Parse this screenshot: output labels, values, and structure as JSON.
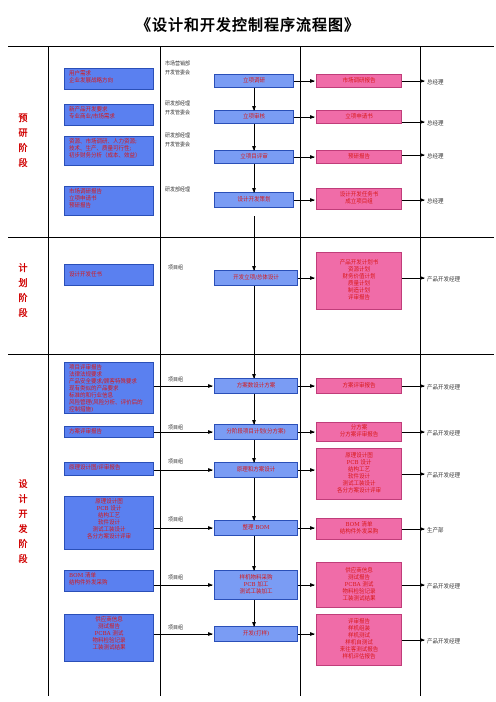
{
  "title": "《设计和开发控制程序流程图》",
  "phases": {
    "p1": [
      "预",
      "研",
      "阶",
      "段"
    ],
    "p2": [
      "计",
      "划",
      "阶",
      "段"
    ],
    "p3": [
      "设",
      "计",
      "开",
      "发",
      "阶",
      "段"
    ]
  },
  "stage1": {
    "inputs": [
      [
        "用户需求",
        "企业发展战略方向"
      ],
      [
        "新产品开发要求",
        "专业商业/市场需求"
      ],
      [
        "资源、市场调研、人力资源;",
        "技术、生产、质量可行性;",
        "初步财务分析（成本、效益）"
      ],
      [
        "市场调研报告",
        "立项申请书",
        "预研报告"
      ]
    ],
    "roles": [
      [
        "市场营销部",
        "开发管委会"
      ],
      [
        "研发部经理",
        "开发管委会"
      ],
      [
        "研发部经理",
        "开发管委会"
      ],
      [
        "研发部经理"
      ]
    ],
    "processes": [
      "立项调研",
      "立项审核",
      "立项目评审",
      "设计开发策划"
    ],
    "outputs": [
      [
        "市场调研报告"
      ],
      [
        "立项申请书"
      ],
      [
        "预研报告"
      ],
      [
        "设计开发任务书",
        "成立项目组"
      ]
    ],
    "dests": [
      "总经理",
      "总经理",
      "总经理",
      "总经理"
    ]
  },
  "stage2": {
    "input": "设计开发任书",
    "role": "项目组",
    "process": "开发立项/总体设计",
    "output": [
      "产品开发计划书",
      "资源计划",
      "财务价值计划",
      "质量计划",
      "制造计划",
      "评审报告"
    ],
    "dest": "产品开发经理"
  },
  "stage3": {
    "inputs": [
      [
        "项目评审报告",
        "法律法规要求",
        "产品安全要求/顾客特殊要求",
        "现有类似的产品要求",
        "标准的和行业信息",
        "风险管理(风险分析、评价后的",
        "控制措施)"
      ],
      [
        "方案评审报告"
      ],
      [
        "原理设计图/评审报告"
      ],
      [
        "原理设计图",
        "PCB 设计",
        "结构工艺",
        "软件设计",
        "测试工装设计",
        "各分方案设计评审"
      ],
      [
        "BOM 清单",
        "结构件外发采购"
      ],
      [
        "供应商信息",
        "测试报告",
        "PCBA 测试",
        "物料检验记录",
        "工装测试结果"
      ]
    ],
    "roles": [
      "项目组",
      "项目组",
      "项目组",
      "项目组",
      "项目组",
      "项目组"
    ],
    "processes": [
      [
        "方案数设计方案"
      ],
      [
        "分阶段项目计划(分方案)"
      ],
      [
        "原理和方案设计"
      ],
      [
        "整理 BOM"
      ],
      [
        "样机物料采购",
        "PCB 加工",
        "测试工装加工"
      ],
      [
        "开发(打样)"
      ]
    ],
    "outputs": [
      [
        "方案评审报告"
      ],
      [
        "分方案",
        "分方案评审报告"
      ],
      [
        "原理设计图",
        "PCB 设计",
        "结构工艺",
        "软件设计",
        "测试工装设计",
        "各分方案设计评审"
      ],
      [
        "BOM 清单",
        "结构件外发采购"
      ],
      [
        "供应商信息",
        "测试报告",
        "PCBA 测试",
        "物料检验记录",
        "工装测试结果"
      ],
      [
        "评审报告",
        "样机组装",
        "样机测试",
        "样机自测试",
        "来往客测试报告",
        "样机评估报告"
      ]
    ],
    "dests": [
      "产品开发经理",
      "产品开发经理",
      "产品开发经理",
      "生产部",
      "产品开发经理",
      "产品开发经理"
    ]
  },
  "colors": {
    "input_blue": "#5a80f0",
    "process_blue": "#7a9cf4",
    "output_pink": "#f06ca8",
    "phase_red": "#d00000"
  }
}
